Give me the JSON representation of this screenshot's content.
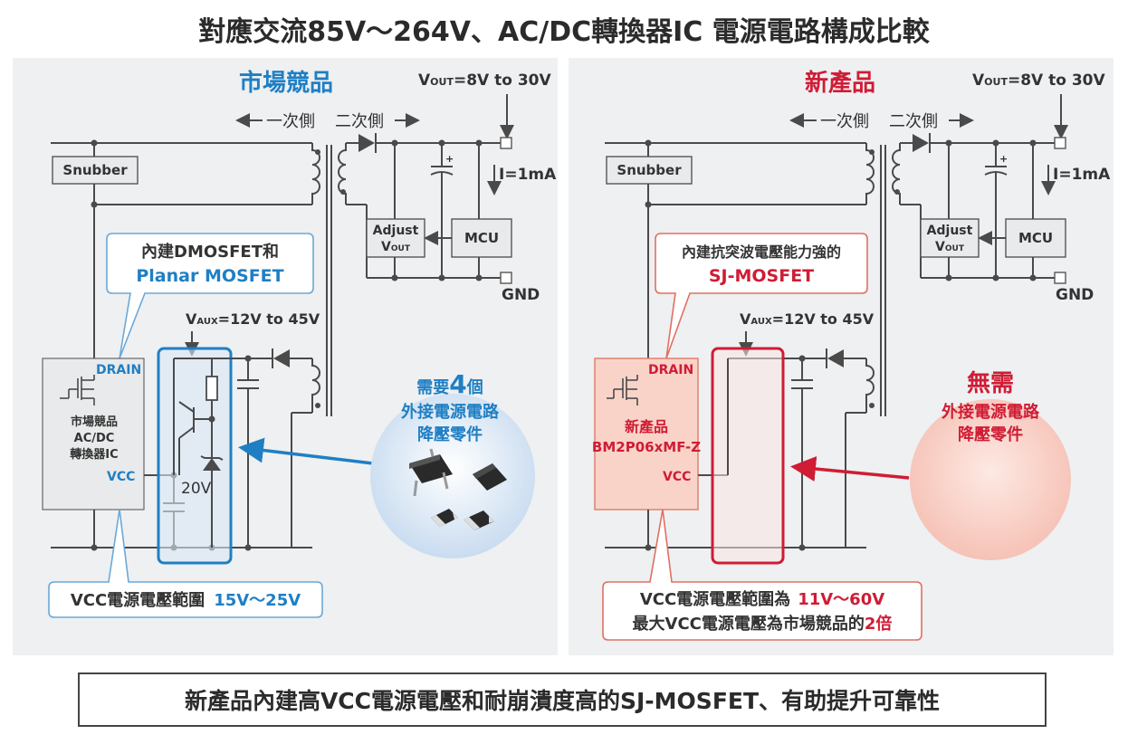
{
  "title": "對應交流85V〜264V、AC/DC轉換器IC 電源電路構成比較",
  "footer": "新產品內建高VCC電源電壓和耐崩潰度高的SJ-MOSFET、有助提升可靠性",
  "colors": {
    "blue": "#1f7fc4",
    "red": "#d01c35",
    "panel_bg": "#eef0f2"
  },
  "left": {
    "heading": "市場競品",
    "vout": [
      "V",
      "OUT",
      "=8V to 30V"
    ],
    "primary": "一次側",
    "secondary": "二次側",
    "snubber": "Snubber",
    "current": "I=1mA",
    "adjust": [
      "Adjust",
      "V",
      "OUT"
    ],
    "mcu": "MCU",
    "gnd": "GND",
    "callout": [
      "內建DMOSFET和",
      "Planar MOSFET"
    ],
    "vaux": [
      "V",
      "AUX",
      "=12V to 45V"
    ],
    "drain": "DRAIN",
    "vcc": "VCC",
    "ic_label": [
      "市場競品",
      "AC/DC",
      "轉換器IC"
    ],
    "zener": "20V",
    "need": [
      "需要",
      "4",
      "個",
      "外接電源電路",
      "降壓零件"
    ],
    "range": [
      "VCC電源電壓範圍",
      "15V〜25V"
    ]
  },
  "right": {
    "heading": "新產品",
    "vout": [
      "V",
      "OUT",
      "=8V to 30V"
    ],
    "primary": "一次側",
    "secondary": "二次側",
    "snubber": "Snubber",
    "current": "I=1mA",
    "adjust": [
      "Adjust",
      "V",
      "OUT"
    ],
    "mcu": "MCU",
    "gnd": "GND",
    "callout": [
      "內建抗突波電壓能力強的",
      "SJ-MOSFET"
    ],
    "vaux": [
      "V",
      "AUX",
      "=12V to 45V"
    ],
    "drain": "DRAIN",
    "vcc": "VCC",
    "ic_label": [
      "新產品",
      "BM2P06xMF-Z"
    ],
    "need": [
      "無需",
      "外接電源電路",
      "降壓零件"
    ],
    "range": [
      "VCC電源電壓範圍為",
      "11V〜60V",
      "最大VCC電源電壓為市場競品的",
      "2倍"
    ]
  }
}
